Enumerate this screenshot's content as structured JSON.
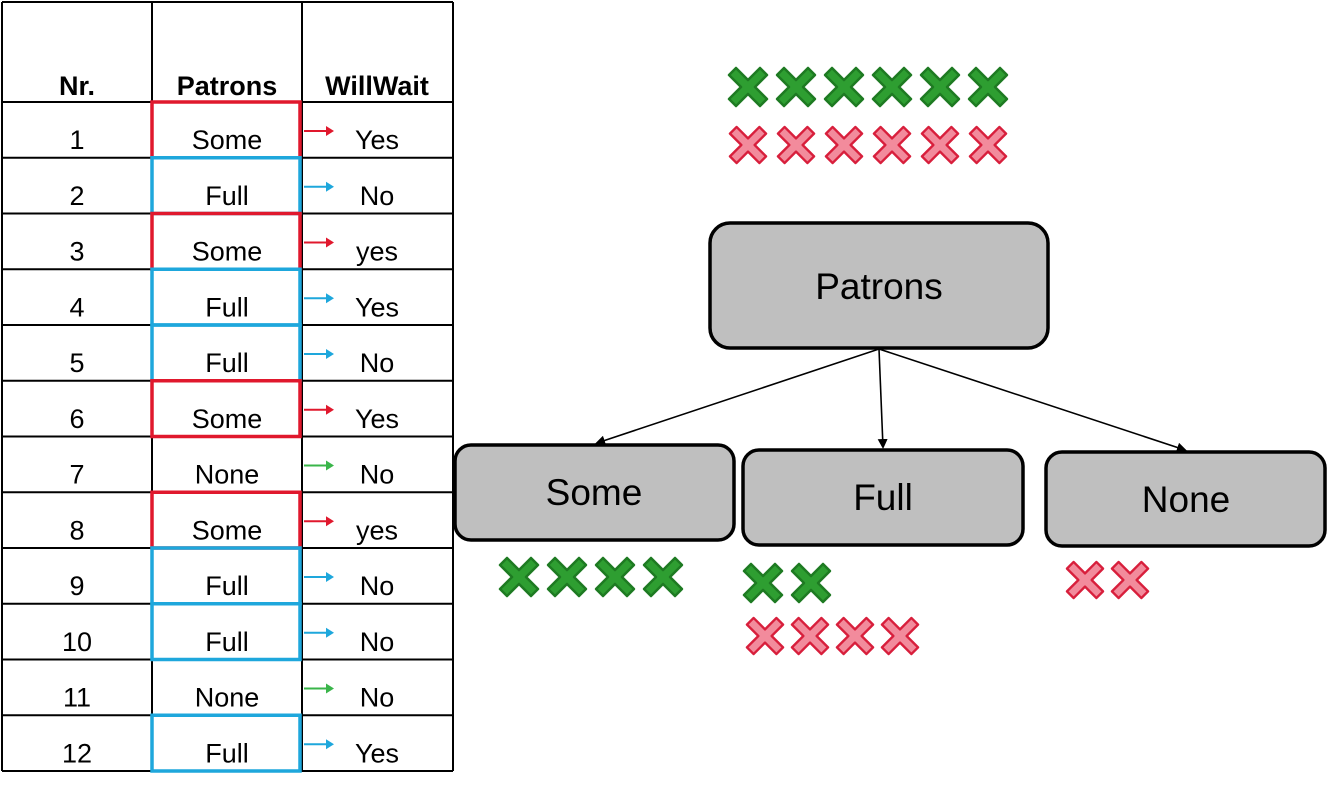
{
  "table": {
    "headers": [
      "Nr.",
      "Patrons",
      "WillWait"
    ],
    "rows": [
      {
        "nr": "1",
        "patrons": "Some",
        "willwait": "Yes"
      },
      {
        "nr": "2",
        "patrons": "Full",
        "willwait": "No"
      },
      {
        "nr": "3",
        "patrons": "Some",
        "willwait": "yes"
      },
      {
        "nr": "4",
        "patrons": "Full",
        "willwait": "Yes"
      },
      {
        "nr": "5",
        "patrons": "Full",
        "willwait": "No"
      },
      {
        "nr": "6",
        "patrons": "Some",
        "willwait": "Yes"
      },
      {
        "nr": "7",
        "patrons": "None",
        "willwait": "No"
      },
      {
        "nr": "8",
        "patrons": "Some",
        "willwait": "yes"
      },
      {
        "nr": "9",
        "patrons": "Full",
        "willwait": "No"
      },
      {
        "nr": "10",
        "patrons": "Full",
        "willwait": "No"
      },
      {
        "nr": "11",
        "patrons": "None",
        "willwait": "No"
      },
      {
        "nr": "12",
        "patrons": "Full",
        "willwait": "Yes"
      }
    ]
  },
  "tree": {
    "root": {
      "label": "Patrons",
      "green_count": 6,
      "red_count": 6
    },
    "children": [
      {
        "label": "Some",
        "green_count": 4,
        "red_count": 0
      },
      {
        "label": "Full",
        "green_count": 2,
        "red_count": 4
      },
      {
        "label": "None",
        "green_count": 0,
        "red_count": 2
      }
    ]
  },
  "colors": {
    "some": "#e0182d",
    "full": "#1ea7dc",
    "none": "#3ab54a",
    "node_fill": "#bfbfbf",
    "node_stroke": "#000000",
    "mark_green": "#2e9e31",
    "mark_green_dark": "#1e7a22",
    "mark_red": "#f28b9c",
    "mark_red_dark": "#d81f3c"
  },
  "icons": {
    "positive_example": "green-x-mark-icon",
    "negative_example": "red-x-mark-icon",
    "row_arrow": "right-arrow-icon"
  }
}
